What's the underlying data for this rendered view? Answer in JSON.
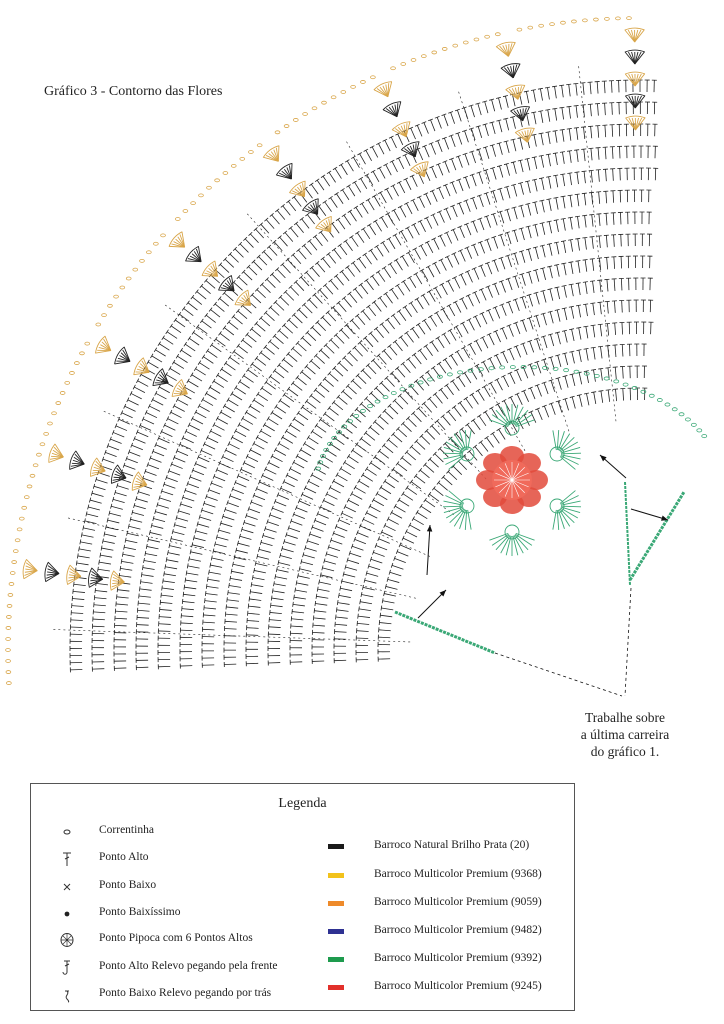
{
  "title": "Gráfico 3 - Contorno das Flores",
  "note": [
    "Trabalhe sobre",
    "a última carreira",
    "do gráfico 1."
  ],
  "legend": {
    "title": "Legenda",
    "stitches": [
      {
        "icon": "chain-icon",
        "label": "Correntinha"
      },
      {
        "icon": "double-crochet-icon",
        "label": "Ponto Alto"
      },
      {
        "icon": "single-crochet-icon",
        "label": "Ponto Baixo"
      },
      {
        "icon": "slip-stitch-icon",
        "label": "Ponto Baixíssimo"
      },
      {
        "icon": "popcorn-icon",
        "label": "Ponto Pipoca com 6 Pontos Altos"
      },
      {
        "icon": "front-post-dc-icon",
        "label": "Ponto Alto Relevo pegando pela frente"
      },
      {
        "icon": "back-post-sc-icon",
        "label": "Ponto Baixo Relevo pegando por trás"
      }
    ],
    "yarns": [
      {
        "color": "#1a1a1a",
        "label": "Barroco Natural Brilho Prata (20)"
      },
      {
        "color": "#f2c21b",
        "label": "Barroco Multicolor Premium (9368)"
      },
      {
        "color": "#ee8a2a",
        "label": "Barroco Multicolor Premium (9059)"
      },
      {
        "color": "#2e3192",
        "label": "Barroco Multicolor Premium (9482)"
      },
      {
        "color": "#1e9b4e",
        "label": "Barroco Multicolor Premium (9392)"
      },
      {
        "color": "#e2302b",
        "label": "Barroco Multicolor Premium (9245)"
      }
    ]
  },
  "colors": {
    "black": "#222222",
    "gold": "#d9a64a",
    "green": "#3aa876",
    "red": "#e24a3b"
  }
}
